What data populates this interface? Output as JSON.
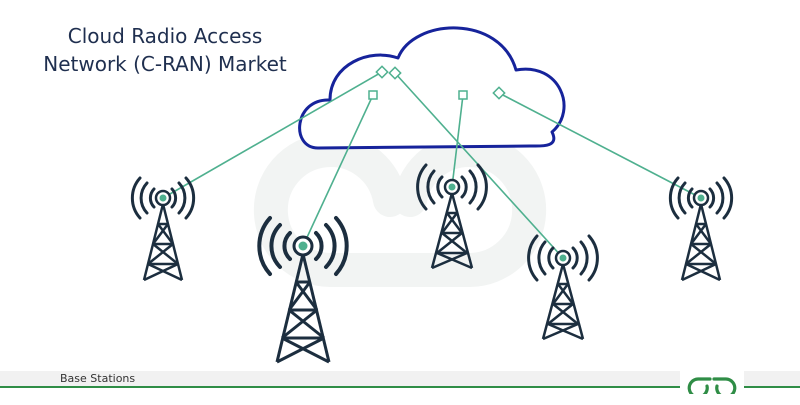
{
  "title_line1": "Cloud Radio Access",
  "title_line2": "Network (C-RAN) Market",
  "footer_label": "Base Stations",
  "logo_icon": "geeksforgeeks-logo-icon",
  "colors": {
    "cloud_stroke": "#16239b",
    "link_line": "#4fb08f",
    "tower": "#1c2e3f",
    "title": "#1f2f4f",
    "brand_green": "#2f8d46"
  }
}
